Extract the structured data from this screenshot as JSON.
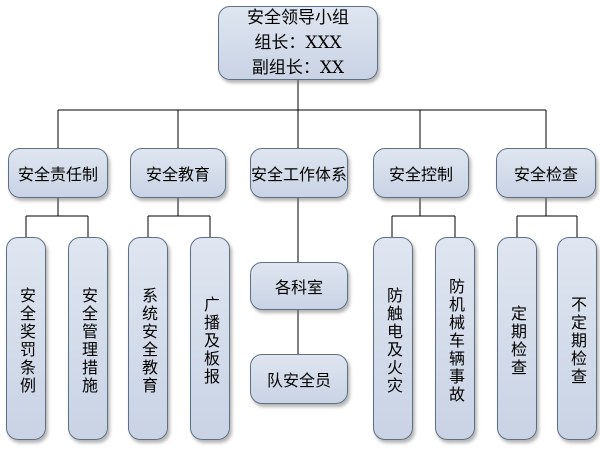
{
  "colors": {
    "box_fill_top": "#dfe6f1",
    "box_fill_bottom": "#c9d3e4",
    "box_border": "#5f6f86",
    "connector": "#000000"
  },
  "leader": {
    "title": "安全领导小组",
    "leader_line": "组长：XXX",
    "deputy_line": "副组长：XX"
  },
  "branches": [
    {
      "label": "安全责任制",
      "children": [
        "安全奖罚条例",
        "安全管理措施"
      ]
    },
    {
      "label": "安全教育",
      "children": [
        "系统安全教育",
        "广播及板报"
      ]
    },
    {
      "label": "安全工作体系",
      "children": [
        "各科室",
        "队安全员"
      ]
    },
    {
      "label": "安全控制",
      "children": [
        "防触电及火灾",
        "防机械车辆事故"
      ]
    },
    {
      "label": "安全检查",
      "children": [
        "定期检查",
        "不定期检查"
      ]
    }
  ]
}
